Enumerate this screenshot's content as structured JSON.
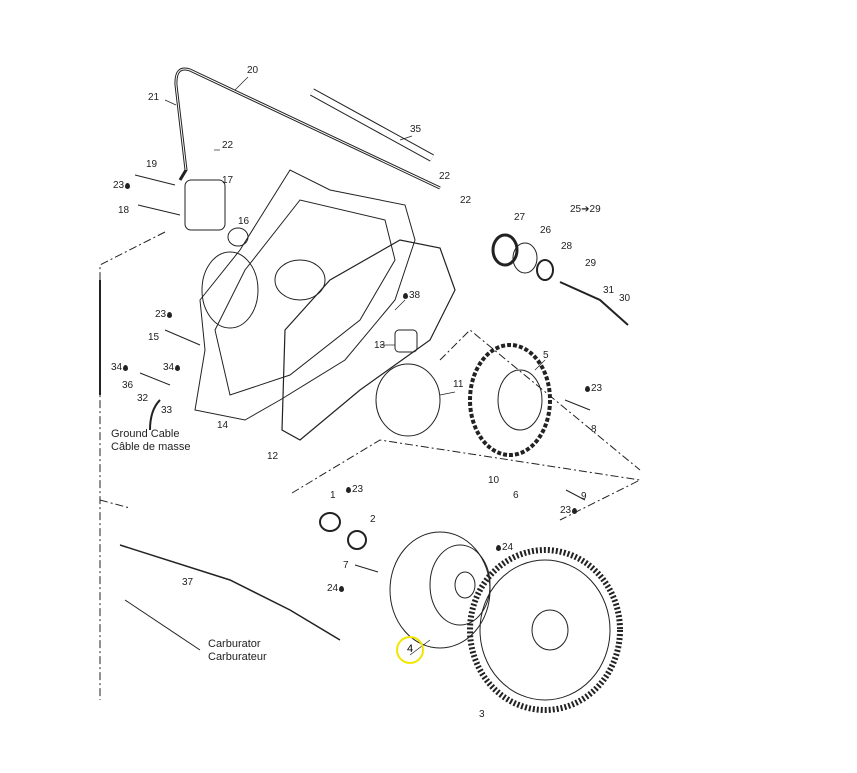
{
  "labels": {
    "p20": "20",
    "p21": "21",
    "p35": "35",
    "p22a": "22",
    "p22b": "22",
    "p22c": "22",
    "p19": "19",
    "p23a": "23",
    "p17": "17",
    "p18": "18",
    "p16": "16",
    "p27": "27",
    "p26": "26",
    "p28": "28",
    "p25_29": "25➔29",
    "p29": "29",
    "p31": "31",
    "p30": "30",
    "p38": "38",
    "p23b": "23",
    "p15": "15",
    "p13": "13",
    "p5": "5",
    "p34a": "34",
    "p34b": "34",
    "p36": "36",
    "p32": "32",
    "p33": "33",
    "p14": "14",
    "p11": "11",
    "p23c": "23",
    "p8": "8",
    "p12": "12",
    "p10": "10",
    "p6": "6",
    "p1": "1",
    "p23d": "23",
    "p2": "2",
    "p9": "9",
    "p23e": "23",
    "p24a": "24",
    "p7": "7",
    "p24b": "24",
    "p37": "37",
    "p4": "4",
    "p3": "3"
  },
  "callouts": {
    "ground_cable_en": "Ground Cable",
    "ground_cable_fr": "Câble de masse",
    "carburator_en": "Carburator",
    "carburator_fr": "Carburateur"
  },
  "colors": {
    "highlight": "#f2e600",
    "line": "#222222"
  }
}
